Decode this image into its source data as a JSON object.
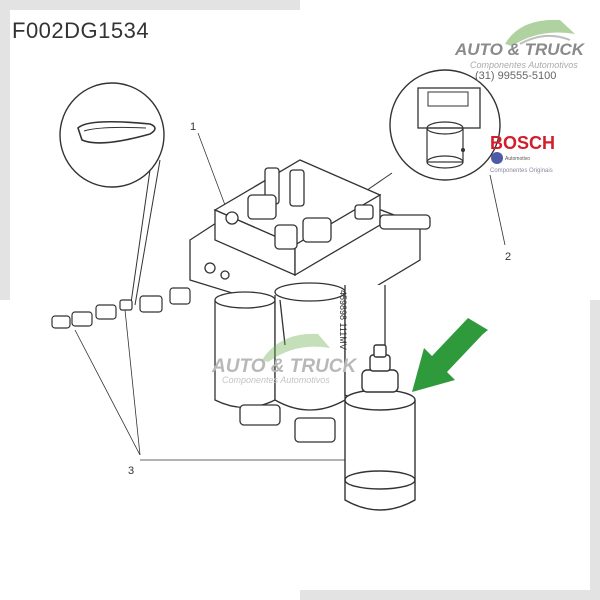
{
  "header": {
    "part_code": "F002DG1534"
  },
  "watermark_top": {
    "brand": "AUTO & TRUCK",
    "subtitle": "Componentes Automotivos",
    "phone": "(31) 99555-5100"
  },
  "bosch_logo": {
    "brand": "BOSCH",
    "tag": "Automotivo",
    "subtitle": "Componentes Originais"
  },
  "watermark_center": {
    "brand": "AUTO & TRUCK",
    "subtitle": "Componentes Automotivos"
  },
  "callouts": {
    "c1": "1",
    "c2": "2",
    "c3": "3"
  },
  "cartridge_text": {
    "serial": "459898 111MV"
  },
  "colors": {
    "arrow": "#2f9a3b",
    "brand_red": "#d21e2b",
    "frame": "#e3e3e3"
  }
}
